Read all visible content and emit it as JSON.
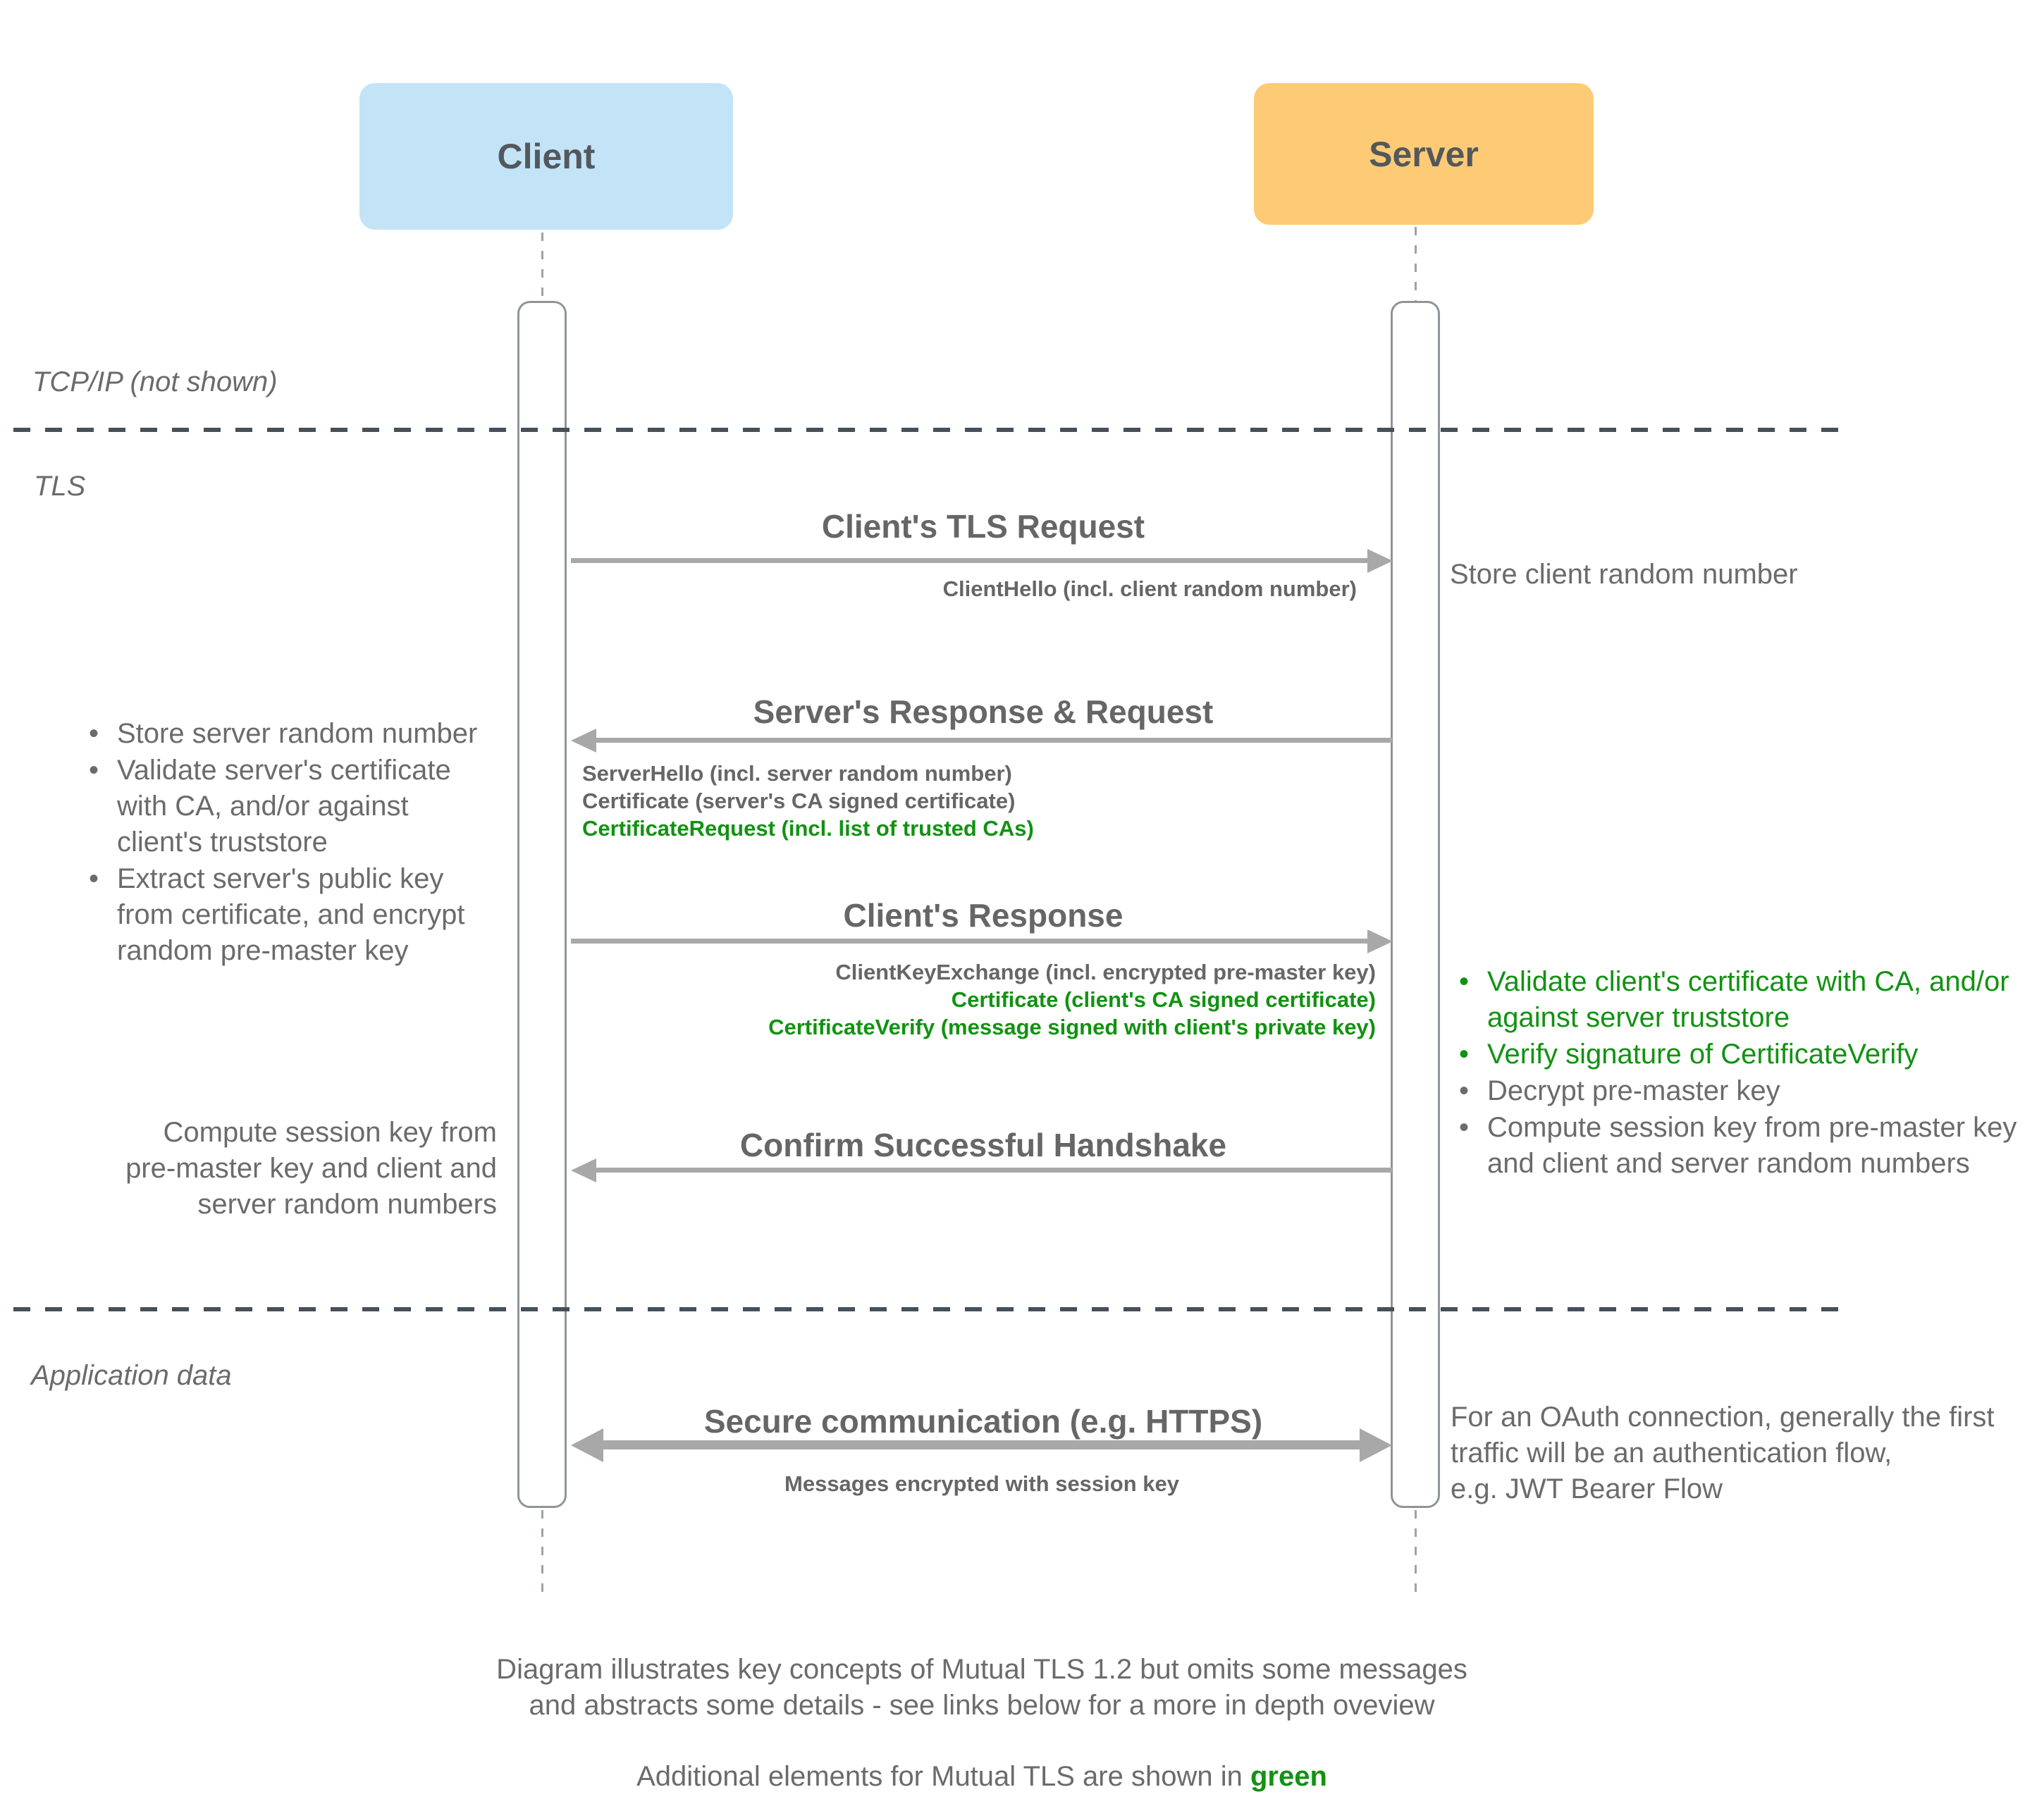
{
  "palette": {
    "client_fill": "#C3E3F7",
    "server_fill": "#FDCB75",
    "green": "#129212",
    "gray_text": "#666666",
    "note_text": "#6B6B6B",
    "arrow": "#A8A8A8",
    "separator": "#46505A"
  },
  "actors": {
    "client": "Client",
    "server": "Server"
  },
  "sections": {
    "tcpip": "TCP/IP (not shown)",
    "tls": "TLS",
    "application": "Application data"
  },
  "messages": [
    {
      "title": "Client's TLS Request",
      "details": [
        {
          "text": "ClientHello (incl. client random number)"
        }
      ]
    },
    {
      "title": "Server's Response & Request",
      "details": [
        {
          "text": "ServerHello (incl. server random number)"
        },
        {
          "text": "Certificate (server's CA signed certificate)"
        },
        {
          "text": "CertificateRequest (incl. list of trusted CAs)"
        }
      ]
    },
    {
      "title": "Client's Response",
      "details": [
        {
          "text": "ClientKeyExchange (incl. encrypted pre-master key)"
        },
        {
          "text": "Certificate (client's CA signed certificate)"
        },
        {
          "text": "CertificateVerify (message signed with client's private key)"
        }
      ]
    },
    {
      "title": "Confirm Successful Handshake",
      "details": []
    },
    {
      "title": "Secure communication (e.g. HTTPS)",
      "details": [
        {
          "text": "Messages encrypted with session key"
        }
      ]
    }
  ],
  "notes": {
    "server_store_random": "Store client random number",
    "client_bullets": [
      "Store server random number",
      "Validate server's certificate\nwith CA, and/or against\nclient's truststore",
      "Extract server's public key\nfrom certificate, and encrypt\nrandom pre-master key"
    ],
    "server_bullets": [
      "Validate client's certificate with CA, and/or\nagainst server truststore",
      "Verify signature of CertificateVerify",
      "Decrypt pre-master key",
      "Compute session key from pre-master key\nand client and server random numbers"
    ],
    "client_compute": "Compute session key from\npre-master key and client and\nserver random numbers",
    "server_oauth": "For an OAuth connection, generally the first\ntraffic will be an authentication flow,\ne.g. JWT Bearer Flow"
  },
  "footer": {
    "note1": "Diagram illustrates key concepts of Mutual TLS 1.2 but omits some messages\nand abstracts some details - see links below for a more in depth oveview",
    "note2_prefix": "Additional elements for Mutual TLS are shown in ",
    "note2_highlight": "green"
  }
}
